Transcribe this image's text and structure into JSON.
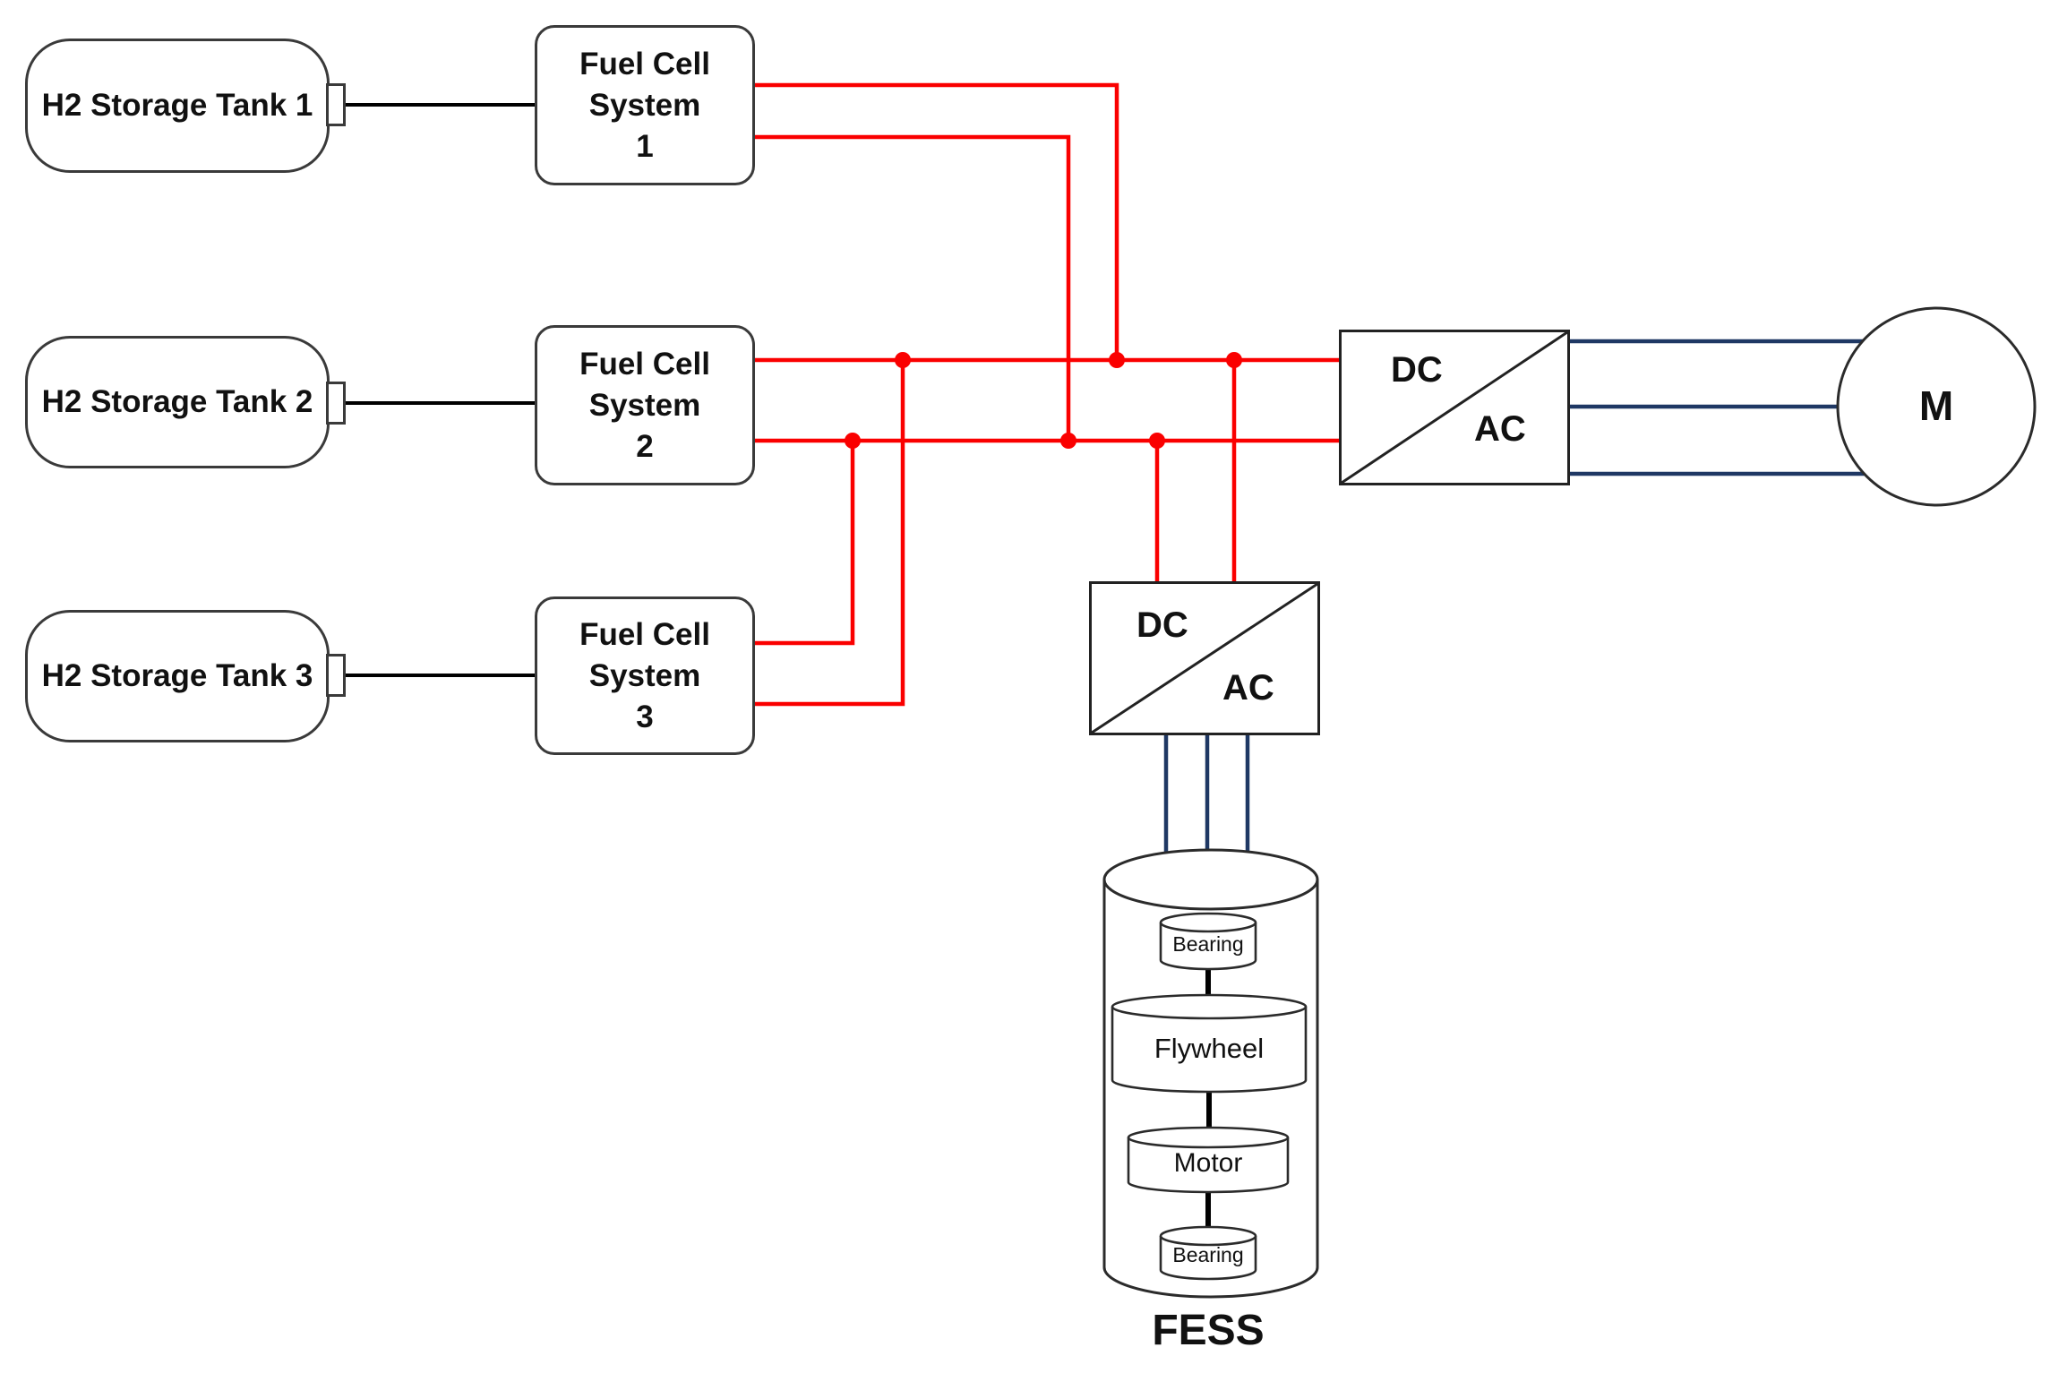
{
  "colors": {
    "dc_wire": "#fa0000",
    "ac_wire": "#1f3864",
    "line": "#2b2b2b"
  },
  "tanks": [
    {
      "label": "H2 Storage Tank 1"
    },
    {
      "label": "H2 Storage Tank 2"
    },
    {
      "label": "H2 Storage Tank 3"
    }
  ],
  "fuel_cell_systems": [
    {
      "lines": [
        "Fuel Cell",
        "System",
        "1"
      ]
    },
    {
      "lines": [
        "Fuel Cell",
        "System",
        "2"
      ]
    },
    {
      "lines": [
        "Fuel Cell",
        "System",
        "3"
      ]
    }
  ],
  "converters": [
    {
      "input_label": "DC",
      "output_label": "AC"
    },
    {
      "input_label": "DC",
      "output_label": "AC"
    }
  ],
  "motor": {
    "label": "M"
  },
  "fess": {
    "caption": "FESS",
    "top_bearing": "Bearing",
    "flywheel": "Flywheel",
    "motor": "Motor",
    "bottom_bearing": "Bearing"
  }
}
